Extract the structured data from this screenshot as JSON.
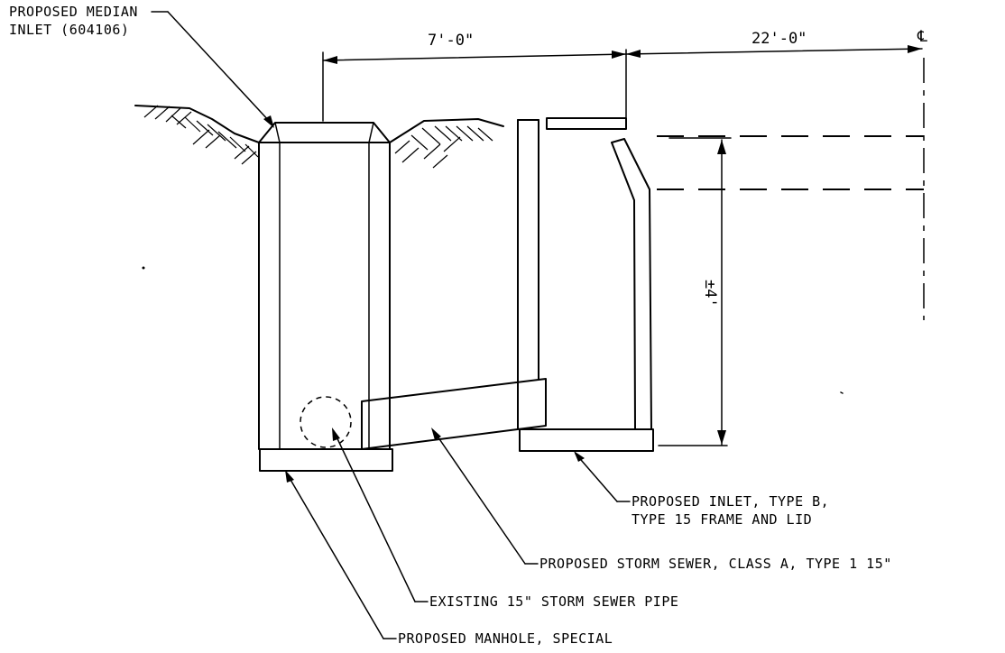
{
  "callouts": {
    "median_inlet_line1": "PROPOSED MEDIAN",
    "median_inlet_line2": "INLET (604106)",
    "inlet_type_b_line1": "PROPOSED INLET, TYPE B,",
    "inlet_type_b_line2": "TYPE 15 FRAME AND LID",
    "storm_sewer": "PROPOSED STORM SEWER, CLASS A, TYPE 1 15\"",
    "existing_pipe": "EXISTING 15\" STORM SEWER PIPE",
    "manhole": "PROPOSED MANHOLE, SPECIAL"
  },
  "dimensions": {
    "inlet_spacing": "7'-0\"",
    "to_centerline": "22'-0\"",
    "depth": "±4'"
  },
  "centerline_symbol": "℄"
}
